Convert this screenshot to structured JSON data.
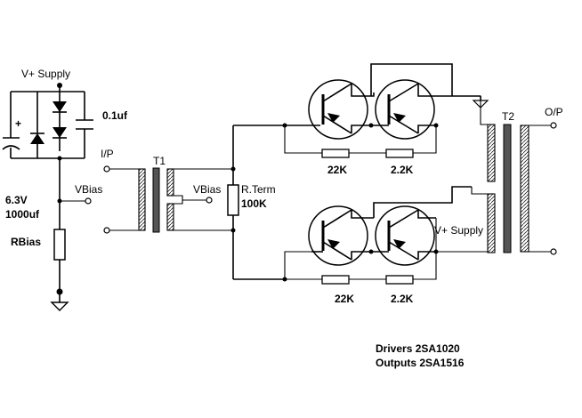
{
  "labels": {
    "vplus_top": "V+ Supply",
    "plus_sign": "+",
    "cap_small": "0.1uf",
    "cap_large_v": "6.3V",
    "cap_large_c": "1000uf",
    "vbias_left": "VBias",
    "rbias": "RBias",
    "input": "I/P",
    "t1": "T1",
    "vbias_mid": "VBias",
    "rterm_name": "R.Term",
    "rterm_value": "100K",
    "r_upper_driver": "22K",
    "r_upper_output": "2.2K",
    "r_lower_driver": "22K",
    "r_lower_output": "2.2K",
    "vplus_right": "V+ Supply",
    "t2": "T2",
    "output": "O/P",
    "drivers_note": "Drivers 2SA1020",
    "outputs_note": "Outputs 2SA1516"
  }
}
